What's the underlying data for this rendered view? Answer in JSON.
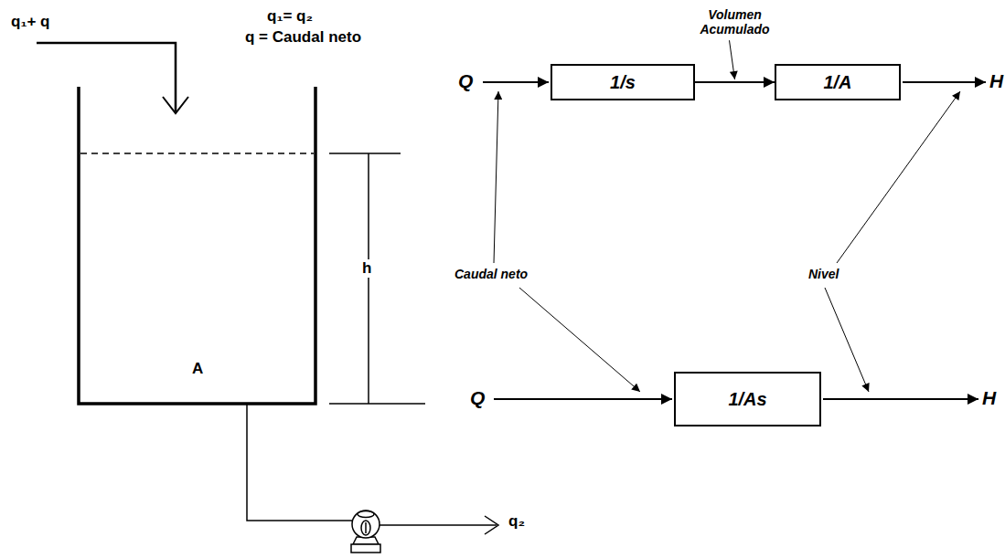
{
  "diagram": {
    "nodes": [
      {
        "text": [
          "1/s"
        ]
      },
      {
        "text": [
          "1/A"
        ]
      },
      {
        "text": [
          "1/As"
        ]
      }
    ],
    "edges": [
      {
        "from": 0,
        "to": 1,
        "arrow": "to",
        "label": "Volumen Acumulado"
      }
    ],
    "labels": [
      "q₁+ q",
      "q₁= q₂",
      "q = Caudal neto",
      "h",
      "A",
      "q₂",
      "Q",
      "H",
      "Q",
      "H",
      "Caudal neto",
      "Nivel"
    ]
  }
}
